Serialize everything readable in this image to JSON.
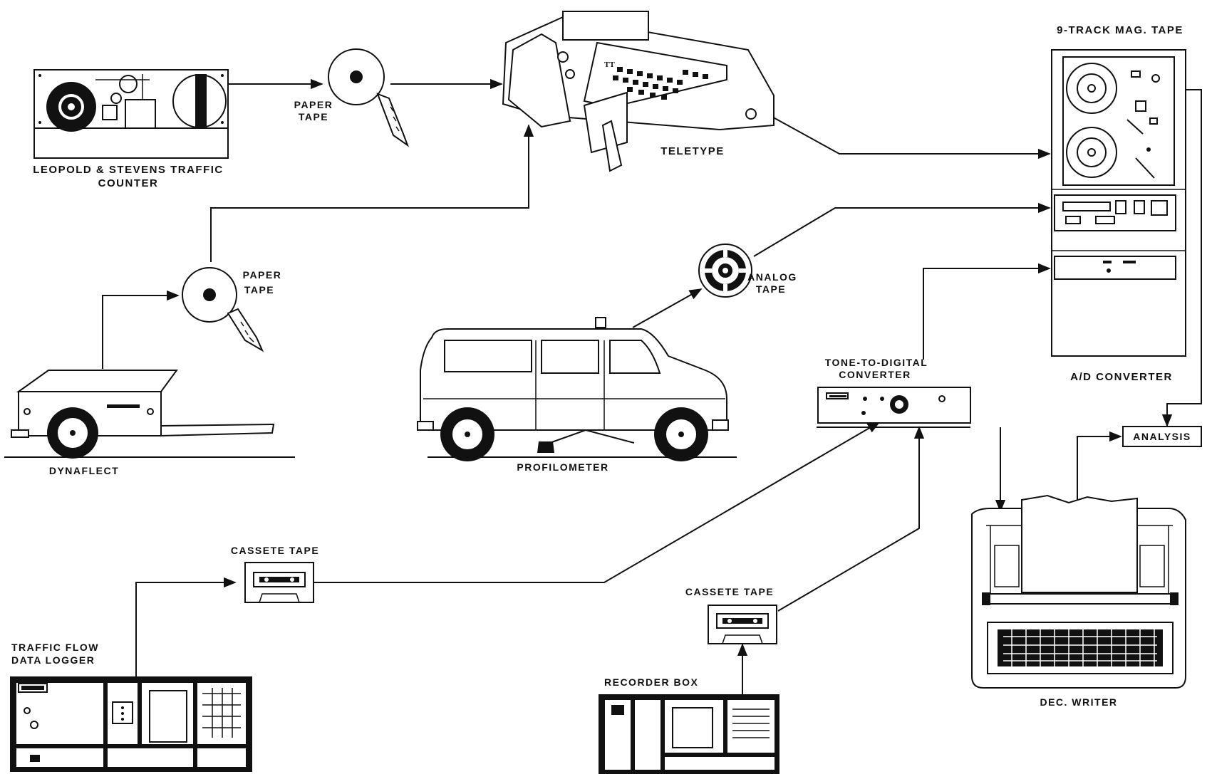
{
  "labels": {
    "leopold_line1": "LEOPOLD & STEVENS TRAFFIC",
    "leopold_line2": "COUNTER",
    "paper_tape_top_line1": "PAPER",
    "paper_tape_top_line2": "TAPE",
    "teletype": "TELETYPE",
    "mag_tape": "9-TRACK MAG. TAPE",
    "ad_converter": "A/D CONVERTER",
    "paper_tape_mid_line1": "PAPER",
    "paper_tape_mid_line2": "TAPE",
    "analog_tape_line1": "ANALOG",
    "analog_tape_line2": "TAPE",
    "tone_line1": "TONE-TO-DIGITAL",
    "tone_line2": "CONVERTER",
    "analysis": "ANALYSIS",
    "dynaflect": "DYNAFLECT",
    "profilometer": "PROFILOMETER",
    "cassette_left": "CASSETE TAPE",
    "cassette_right": "CASSETE TAPE",
    "logger_line1": "TRAFFIC  FLOW",
    "logger_line2": "DATA  LOGGER",
    "recorder_box": "RECORDER BOX",
    "dec_writer": "DEC.  WRITER"
  },
  "colors": {
    "ink": "#111111",
    "paper": "#ffffff",
    "shade": "#e6e6e6"
  }
}
